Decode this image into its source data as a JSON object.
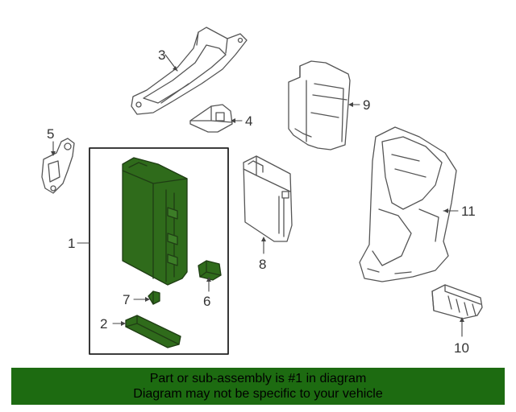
{
  "callouts": {
    "c1": "1",
    "c2": "2",
    "c3": "3",
    "c4": "4",
    "c5": "5",
    "c6": "6",
    "c7": "7",
    "c8": "8",
    "c9": "9",
    "c10": "10",
    "c11": "11"
  },
  "banner": {
    "line1": "Part or sub-assembly is #1 in diagram",
    "line2": "Diagram may not be specific to your vehicle"
  },
  "colors": {
    "highlight_fill": "#2f6b1b",
    "line": "#444444",
    "banner_bg": "#1d6b11"
  }
}
